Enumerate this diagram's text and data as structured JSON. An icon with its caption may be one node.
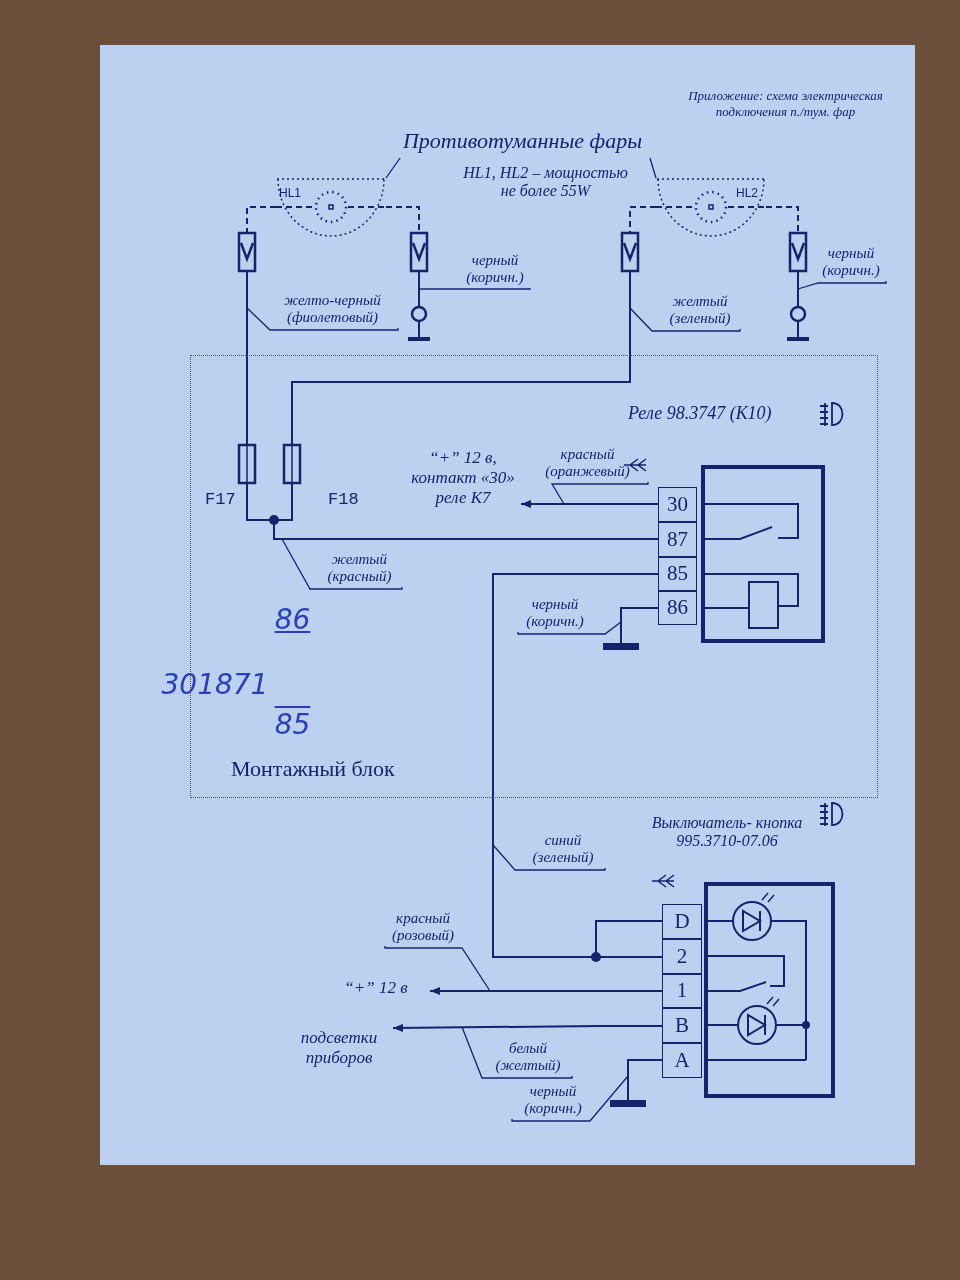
{
  "diagram": {
    "nodes": [
      {
        "text": [
          "Противотуманные фары"
        ]
      },
      {
        "text": [
          "HL1"
        ]
      },
      {
        "text": [
          "HL2"
        ]
      },
      {
        "text": [],
        "shape": "box"
      },
      {
        "text": [],
        "shape": "box"
      },
      {
        "text": [],
        "shape": "box"
      },
      {
        "text": [],
        "shape": "box"
      },
      {
        "text": [],
        "shape": "circle"
      },
      {
        "text": [],
        "shape": "circle"
      },
      {
        "text": [
          "Монтажный блок"
        ]
      },
      {
        "text": [],
        "shape": "box",
        "beside": [
          "F17"
        ],
        "in": 9
      },
      {
        "text": [],
        "shape": "box",
        "beside": [
          "F18"
        ],
        "in": 9
      },
      {
        "text": [
          "Реле 98.3747 (К10)"
        ],
        "in": 9
      },
      {
        "text": [
          "30"
        ],
        "in": 9
      },
      {
        "text": [
          "87"
        ],
        "in": 9
      },
      {
        "text": [
          "85"
        ],
        "in": 9
      },
      {
        "text": [
          "86"
        ],
        "in": 9
      },
      {
        "text": [
          "“+” 12 в, контакт «30» реле К7"
        ],
        "in": 9
      },
      {
        "text": [],
        "shape": "bar",
        "in": 9
      },
      {
        "text": [
          "Выключатель- кнопка 995.3710-07.06"
        ]
      },
      {
        "text": [
          "D"
        ]
      },
      {
        "text": [
          "2"
        ]
      },
      {
        "text": [
          "1"
        ]
      },
      {
        "text": [
          "B"
        ]
      },
      {
        "text": [
          "A"
        ]
      },
      {
        "text": [
          "“+” 12 в"
        ]
      },
      {
        "text": [
          "подсветки приборов"
        ]
      },
      {
        "text": [],
        "shape": "bar"
      },
      {
        "text": [
          "желто-черный (фиолетовый)"
        ]
      },
      {
        "text": [
          "черный (коричн.)"
        ]
      },
      {
        "text": [
          "желтый (зеленый)"
        ]
      },
      {
        "text": [
          "черный (коричн.)"
        ]
      },
      {
        "text": [
          "желтый (красный)"
        ],
        "in": 9
      },
      {
        "text": [
          "красный (оранжевый)"
        ],
        "in": 9
      },
      {
        "text": [
          "черный (коричн.)"
        ],
        "in": 9
      },
      {
        "text": [
          "синий (зеленый)"
        ]
      },
      {
        "text": [
          "красный (розовый)"
        ]
      },
      {
        "text": [
          "белый (желтый)"
        ]
      },
      {
        "text": [
          "черный (коричн.)"
        ]
      }
    ],
    "edges": [
      {
        "from": 0,
        "to": 1,
        "arrow": "none"
      },
      {
        "from": 0,
        "to": 2,
        "arrow": "none"
      },
      {
        "from": 1,
        "to": 3,
        "arrow": "none",
        "style": "dashed"
      },
      {
        "from": 1,
        "to": 4,
        "arrow": "none",
        "style": "dashed"
      },
      {
        "from": 2,
        "to": 5,
        "arrow": "none",
        "style": "dashed"
      },
      {
        "from": 2,
        "to": 6,
        "arrow": "none",
        "style": "dashed"
      },
      {
        "from": 3,
        "to": 10,
        "arrow": "none"
      },
      {
        "from": 4,
        "to": 7,
        "arrow": "none"
      },
      {
        "from": 5,
        "to": 11,
        "arrow": "none"
      },
      {
        "from": 6,
        "to": 8,
        "arrow": "none"
      },
      {
        "from": 10,
        "to": 14,
        "arrow": "none"
      },
      {
        "from": 11,
        "to": 14,
        "arrow": "none"
      },
      {
        "from": 13,
        "to": 17,
        "arrow": "to"
      },
      {
        "from": 15,
        "to": 20,
        "arrow": "none"
      },
      {
        "from": 15,
        "to": 21,
        "arrow": "none"
      },
      {
        "from": 16,
        "to": 18,
        "arrow": "none"
      },
      {
        "from": 22,
        "to": 25,
        "arrow": "to"
      },
      {
        "from": 23,
        "to": 26,
        "arrow": "to"
      },
      {
        "from": 24,
        "to": 27,
        "arrow": "none"
      },
      {
        "from": 28,
        "to": null,
        "arrow": "none"
      },
      {
        "from": 29,
        "to": null,
        "arrow": "none"
      },
      {
        "from": 30,
        "to": null,
        "arrow": "none"
      },
      {
        "from": 31,
        "to": null,
        "arrow": "none"
      },
      {
        "from": 32,
        "to": null,
        "arrow": "none"
      },
      {
        "from": 33,
        "to": null,
        "arrow": "none"
      },
      {
        "from": 34,
        "to": null,
        "arrow": "none"
      },
      {
        "from": 35,
        "to": null,
        "arrow": "none"
      },
      {
        "from": 36,
        "to": null,
        "arrow": "none"
      },
      {
        "from": 37,
        "to": null,
        "arrow": "none"
      },
      {
        "from": 38,
        "to": null,
        "arrow": "none"
      }
    ],
    "labels": [
      "Приложение: схема электрическая подключения п./тум. фар",
      "HL1, HL2 – мощностью не более 55W",
      "86",
      "301871",
      "85"
    ]
  }
}
